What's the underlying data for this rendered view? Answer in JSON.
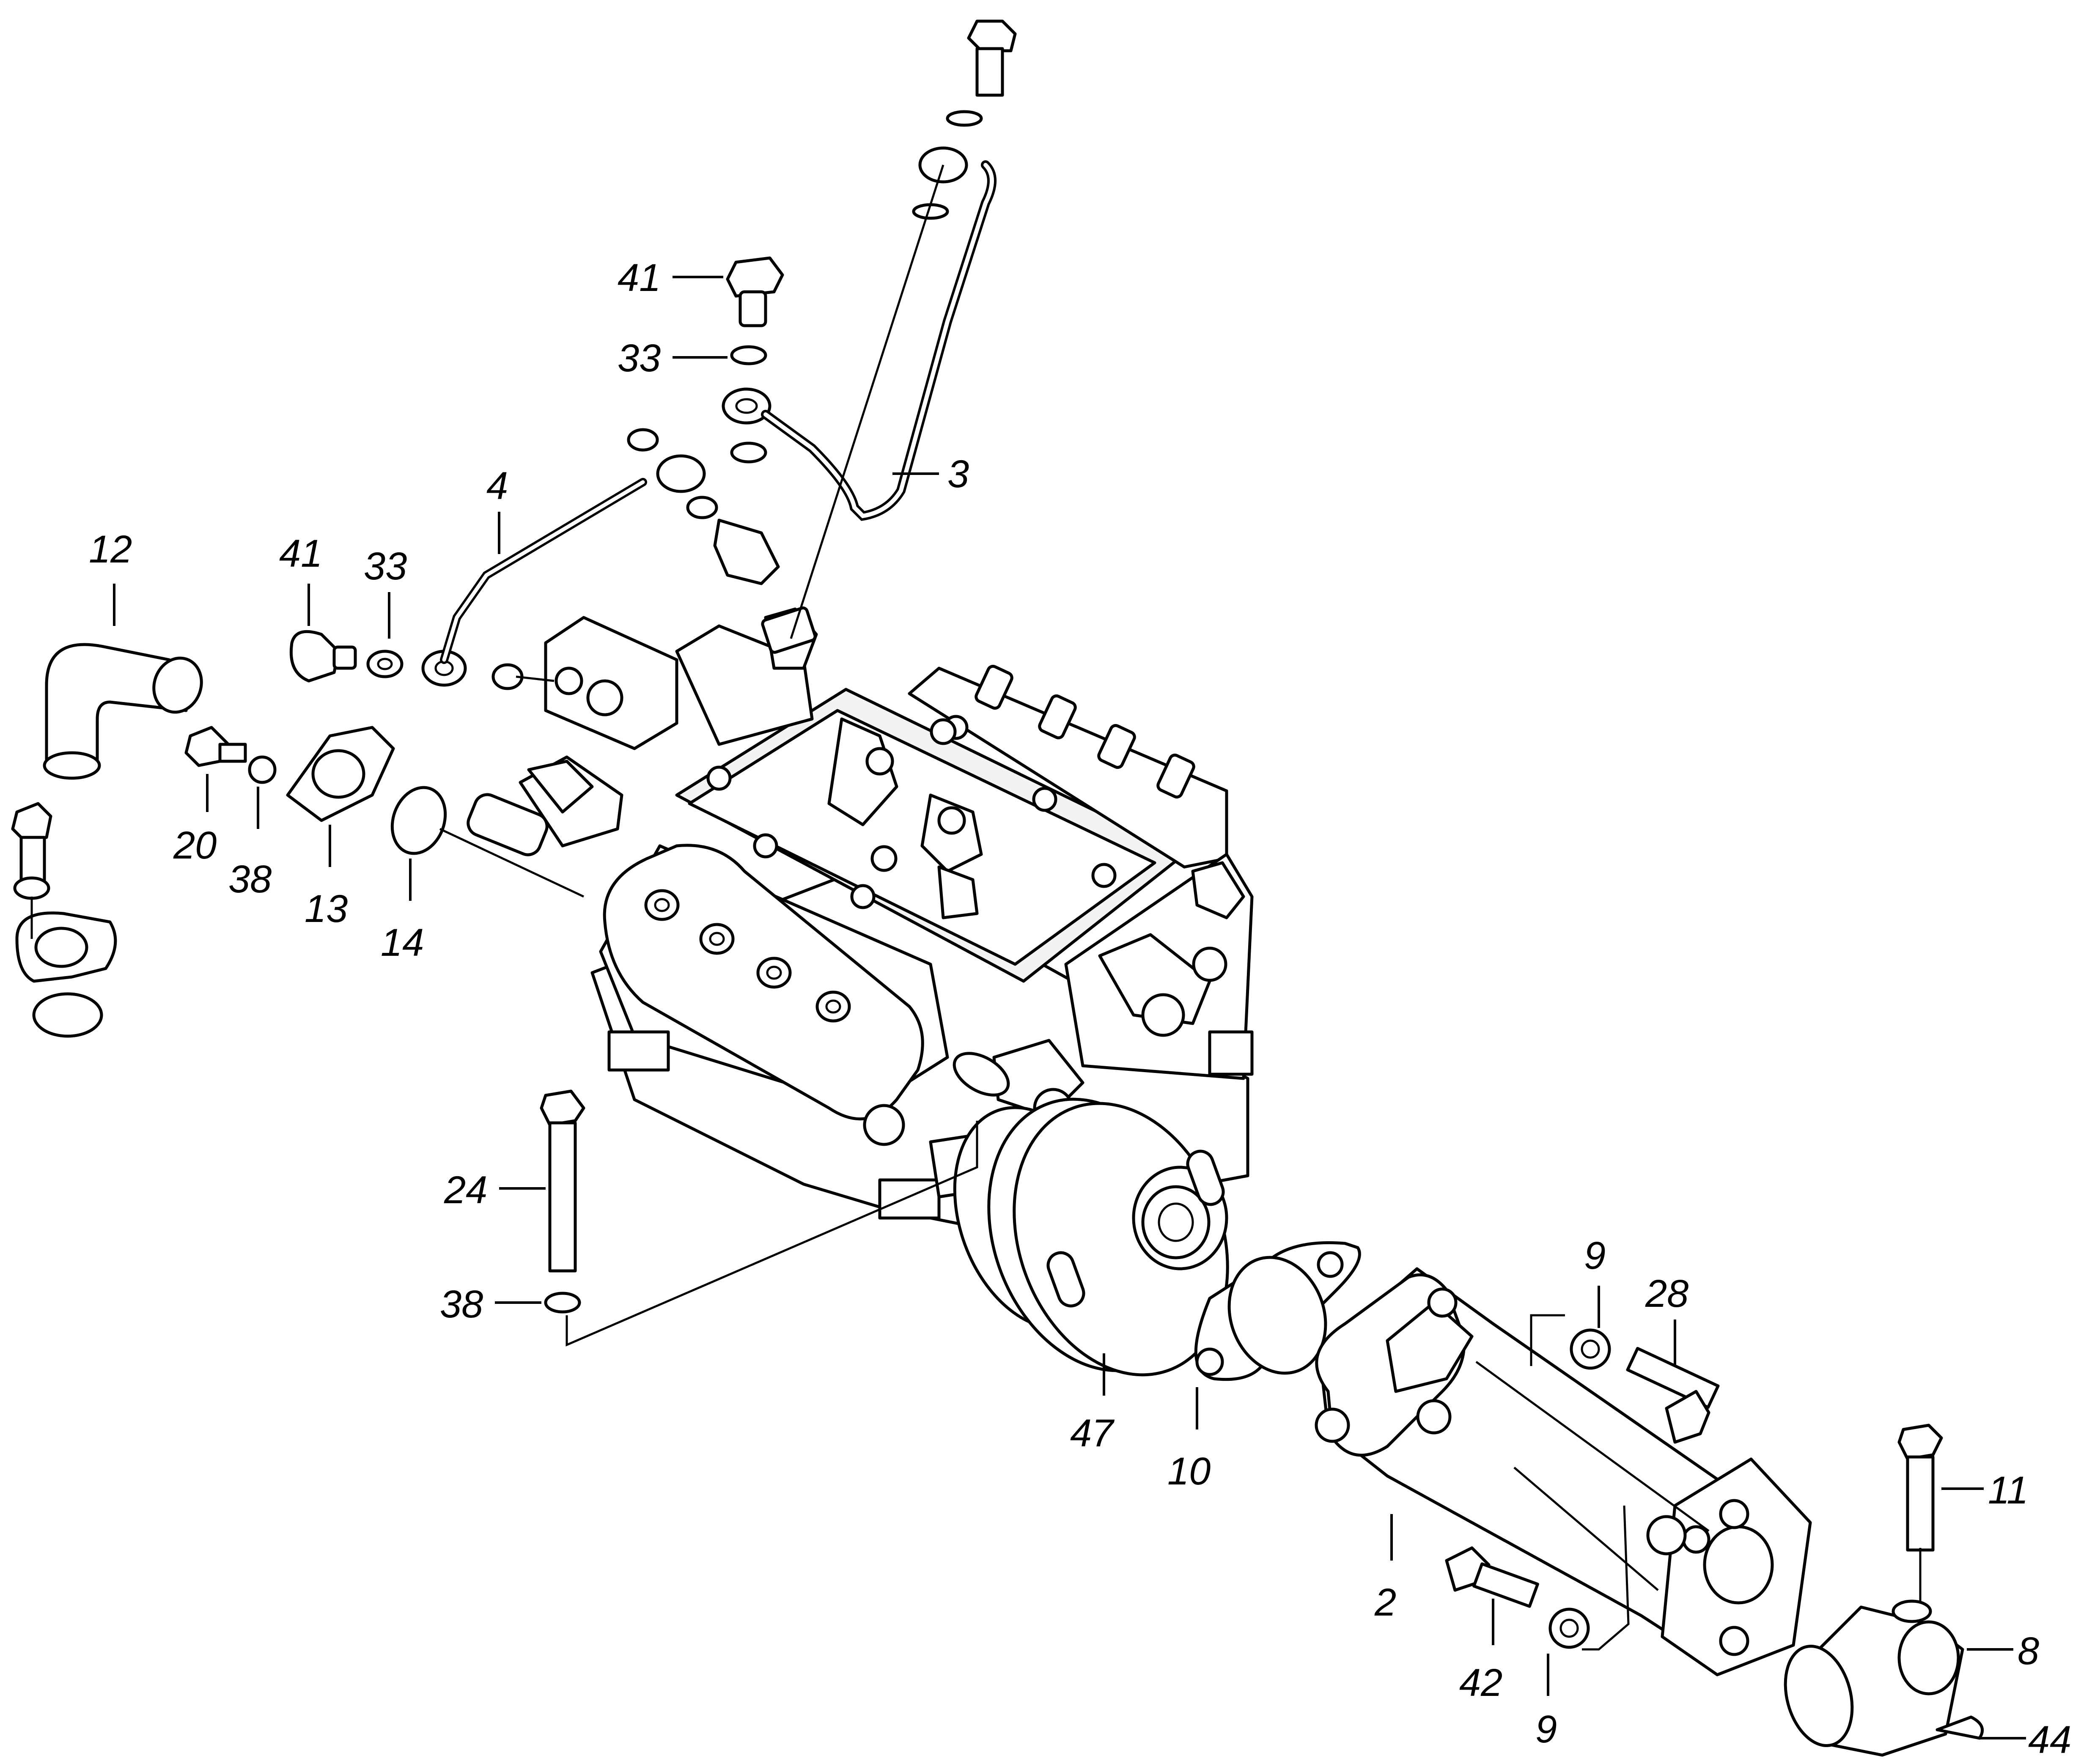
{
  "diagram": {
    "callouts": [
      {
        "id": "c41a",
        "label": "41"
      },
      {
        "id": "c33a",
        "label": "33"
      },
      {
        "id": "c3",
        "label": "3"
      },
      {
        "id": "c4",
        "label": "4"
      },
      {
        "id": "c12",
        "label": "12"
      },
      {
        "id": "c41b",
        "label": "41"
      },
      {
        "id": "c33b",
        "label": "33"
      },
      {
        "id": "c20",
        "label": "20"
      },
      {
        "id": "c38a",
        "label": "38"
      },
      {
        "id": "c13",
        "label": "13"
      },
      {
        "id": "c14",
        "label": "14"
      },
      {
        "id": "c24",
        "label": "24"
      },
      {
        "id": "c38b",
        "label": "38"
      },
      {
        "id": "c47",
        "label": "47"
      },
      {
        "id": "c10",
        "label": "10"
      },
      {
        "id": "c9a",
        "label": "9"
      },
      {
        "id": "c28",
        "label": "28"
      },
      {
        "id": "c2",
        "label": "2"
      },
      {
        "id": "c42",
        "label": "42"
      },
      {
        "id": "c9b",
        "label": "9"
      },
      {
        "id": "c11",
        "label": "11"
      },
      {
        "id": "c8",
        "label": "8"
      },
      {
        "id": "c44",
        "label": "44"
      }
    ]
  }
}
